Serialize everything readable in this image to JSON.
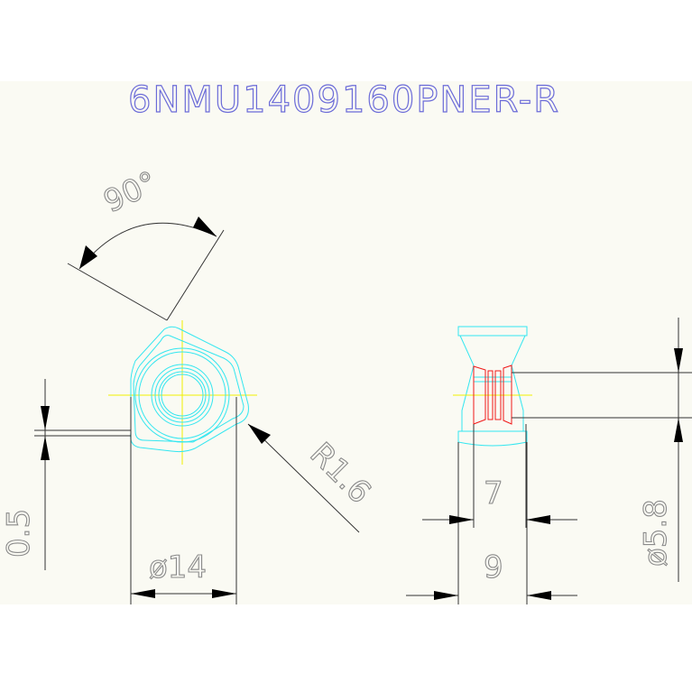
{
  "title": "6NMU1409160PNER-R",
  "dimensions": {
    "angle": "90°",
    "radius": "R1.6",
    "thickness": "0.5",
    "diameter": "ø14",
    "width_inner": "7",
    "width_outer": "9",
    "hole_diameter": "ø5.8"
  },
  "colors": {
    "background": "#fafaf3",
    "title": "#6b6bd8",
    "outline": "#33e6f0",
    "centerline": "#f0f000",
    "section": "#f01818",
    "dimension": "#333333"
  }
}
